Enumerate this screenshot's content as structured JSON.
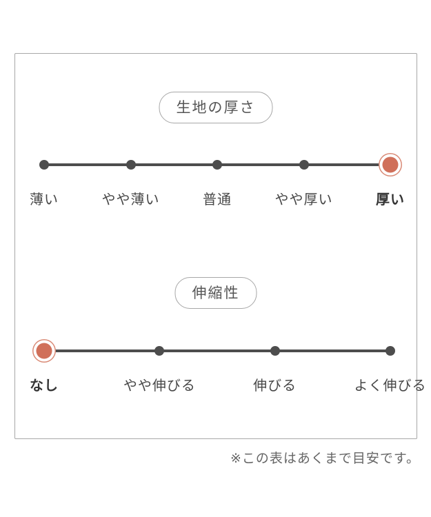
{
  "note": "※この表はあくまで目安です。",
  "scales": [
    {
      "title": "生地の厚さ",
      "options": [
        "薄い",
        "やや薄い",
        "普通",
        "やや厚い",
        "厚い"
      ],
      "selected_index": 4,
      "selected_label": "厚い"
    },
    {
      "title": "伸縮性",
      "options": [
        "なし",
        "やや伸びる",
        "伸びる",
        "よく伸びる"
      ],
      "selected_index": 0,
      "selected_label": "なし"
    }
  ],
  "colors": {
    "accent": "#d0705a",
    "accent_ring": "#d98a76",
    "track": "#4d4d4d",
    "border": "#a7a7a7",
    "label": "#474747",
    "pill_text": "#555555",
    "note": "#666666",
    "background": "#ffffff"
  },
  "chart_data": [
    {
      "type": "line",
      "title": "生地の厚さ",
      "categories": [
        "薄い",
        "やや薄い",
        "普通",
        "やや厚い",
        "厚い"
      ],
      "values": [
        0,
        0,
        0,
        0,
        1
      ],
      "selected": "厚い",
      "selected_index": 4,
      "legend_position": "none",
      "note": "rating scale, rightmost point highlighted"
    },
    {
      "type": "line",
      "title": "伸縮性",
      "categories": [
        "なし",
        "やや伸びる",
        "伸びる",
        "よく伸びる"
      ],
      "values": [
        1,
        0,
        0,
        0
      ],
      "selected": "なし",
      "selected_index": 0,
      "legend_position": "none",
      "note": "rating scale, leftmost point highlighted"
    }
  ]
}
